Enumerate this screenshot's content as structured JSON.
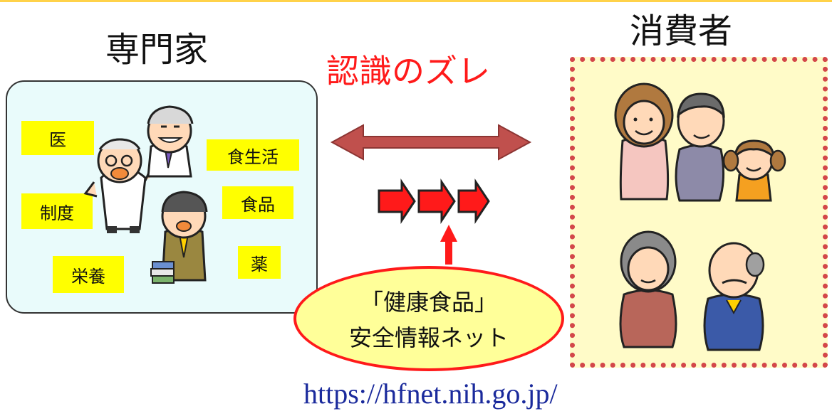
{
  "expert_title": "専門家",
  "consumer_title": "消費者",
  "gap_label": "認識のズレ",
  "expert_tags": [
    "医",
    "食生活",
    "制度",
    "食品",
    "栄養",
    "薬"
  ],
  "net_name_line1": "「健康食品」",
  "net_name_line2": "安全情報ネット",
  "url": "https://hfnet.nih.go.jp/",
  "colors": {
    "gap_text": "#ff1a1a",
    "tag_bg": "#ffff00",
    "expert_bg": "#e9fbfb",
    "consumer_bg": "#fffbc8",
    "dots": "#d3474a",
    "oval_fill": "#ffff99",
    "url_text": "#1a2a9c"
  },
  "icons": [
    "doctor-illustration",
    "professor-illustration",
    "researcher-illustration",
    "family-illustration",
    "elderly-couple-illustration",
    "double-arrow-icon",
    "flow-arrows-icon",
    "up-arrow-icon"
  ]
}
